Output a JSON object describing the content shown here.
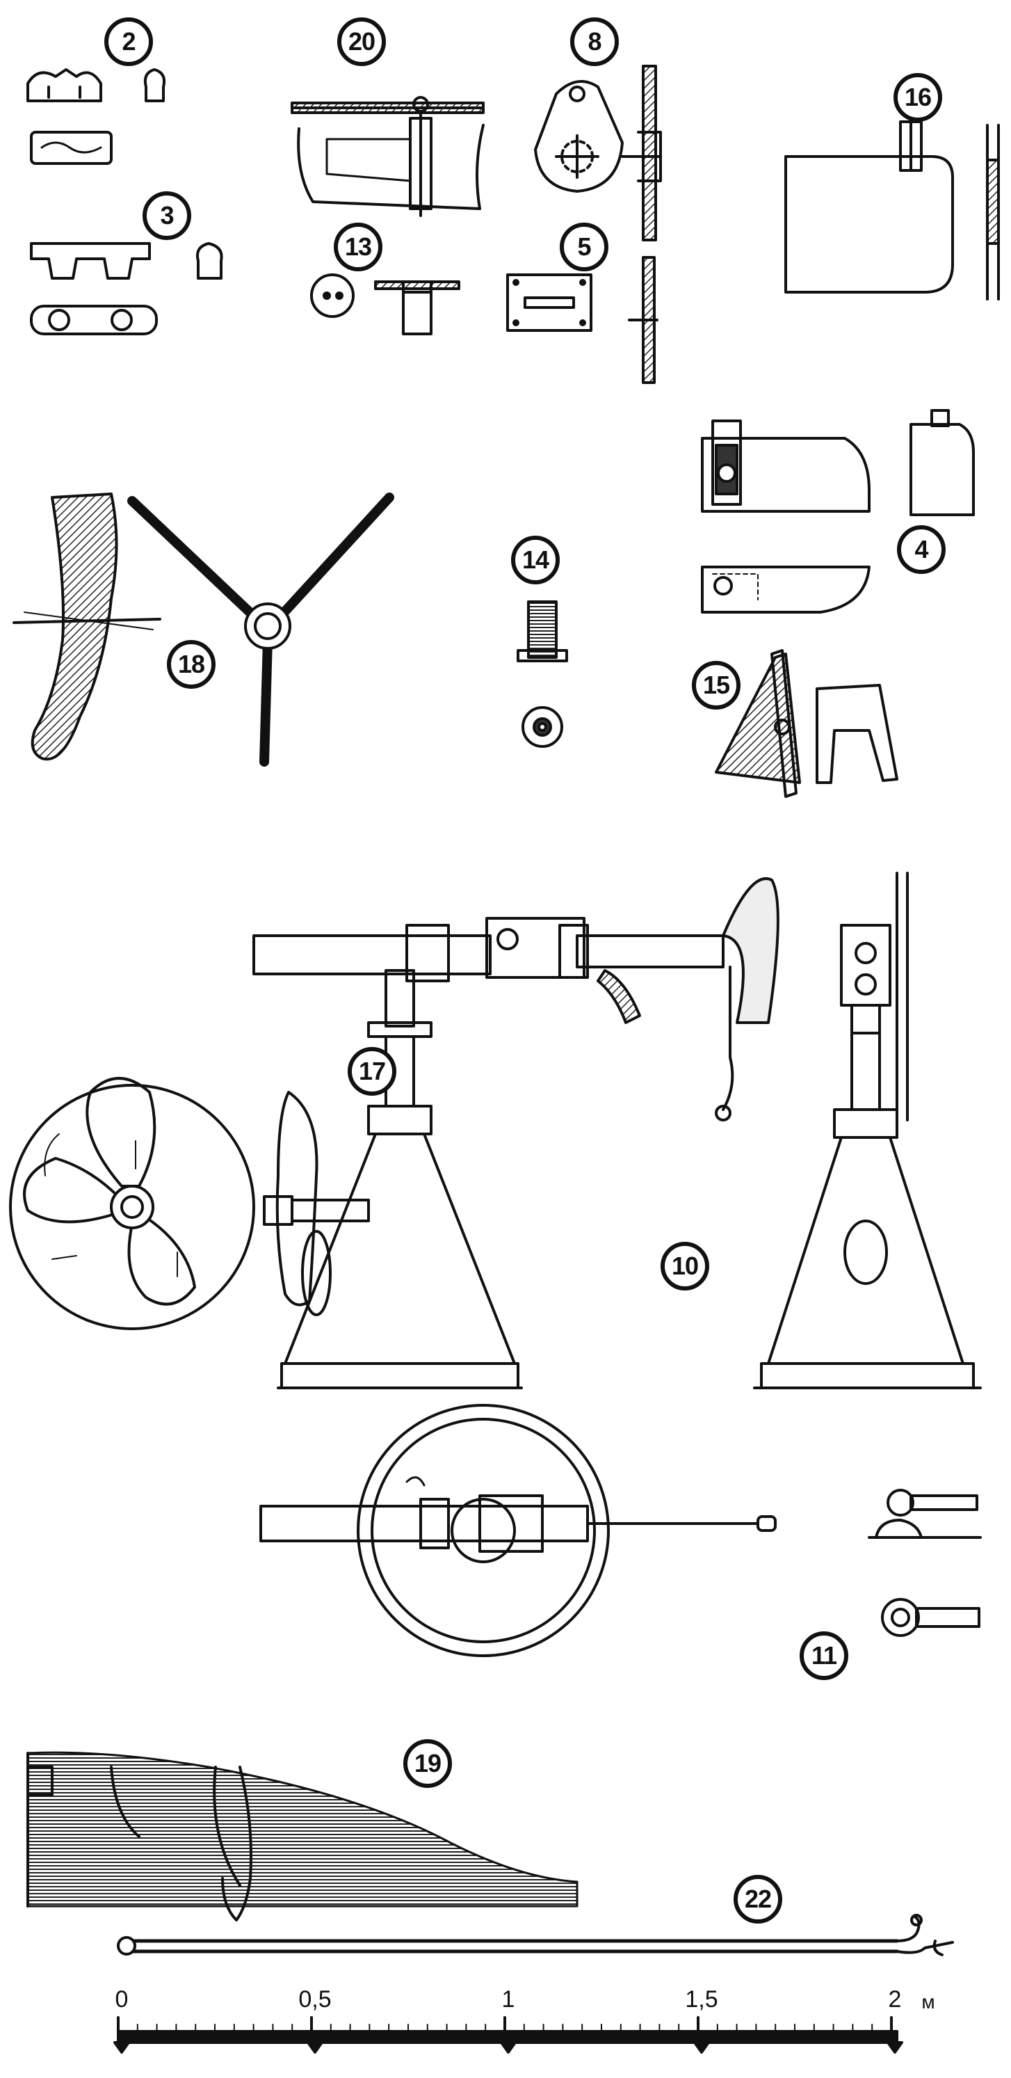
{
  "callouts": {
    "c2": "2",
    "c3": "3",
    "c20": "20",
    "c8": "8",
    "c16": "16",
    "c13": "13",
    "c5": "5",
    "c4": "4",
    "c14": "14",
    "c18": "18",
    "c15": "15",
    "c17": "17",
    "c10": "10",
    "c11": "11",
    "c19": "19",
    "c22": "22"
  },
  "scale_bar": {
    "ticks": [
      "0",
      "0,5",
      "1",
      "1,5",
      "2"
    ],
    "unit": "м"
  }
}
